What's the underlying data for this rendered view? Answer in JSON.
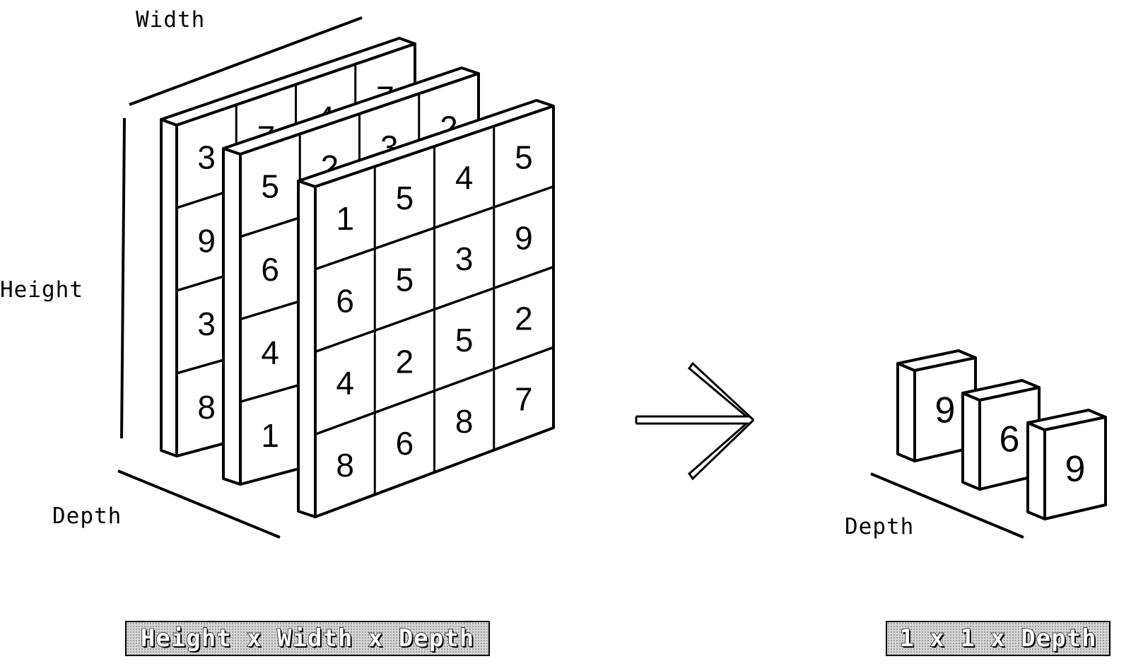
{
  "labels": {
    "width": "Width",
    "height": "Height",
    "depth_left": "Depth",
    "depth_right": "Depth"
  },
  "captions": {
    "input": "Height x Width x Depth",
    "output": "1 x 1 x Depth"
  },
  "input_volume": {
    "slices": [
      {
        "rows": [
          [
            "3",
            "7",
            "4",
            "7"
          ],
          [
            "9",
            "",
            "",
            ""
          ],
          [
            "3",
            "",
            "",
            ""
          ],
          [
            "8",
            "",
            "",
            ""
          ]
        ]
      },
      {
        "rows": [
          [
            "5",
            "2",
            "3",
            "2"
          ],
          [
            "6",
            "",
            "",
            ""
          ],
          [
            "4",
            "",
            "",
            ""
          ],
          [
            "1",
            "",
            "",
            ""
          ]
        ]
      },
      {
        "rows": [
          [
            "1",
            "5",
            "4",
            "5"
          ],
          [
            "6",
            "5",
            "3",
            "9"
          ],
          [
            "4",
            "2",
            "5",
            "2"
          ],
          [
            "8",
            "6",
            "8",
            "7"
          ]
        ]
      }
    ]
  },
  "output_volume": {
    "values": [
      "9",
      "6",
      "9"
    ]
  },
  "colors": {
    "stroke": "#000000",
    "face": "#ffffff",
    "caption_fill": "#d6d6d6"
  }
}
